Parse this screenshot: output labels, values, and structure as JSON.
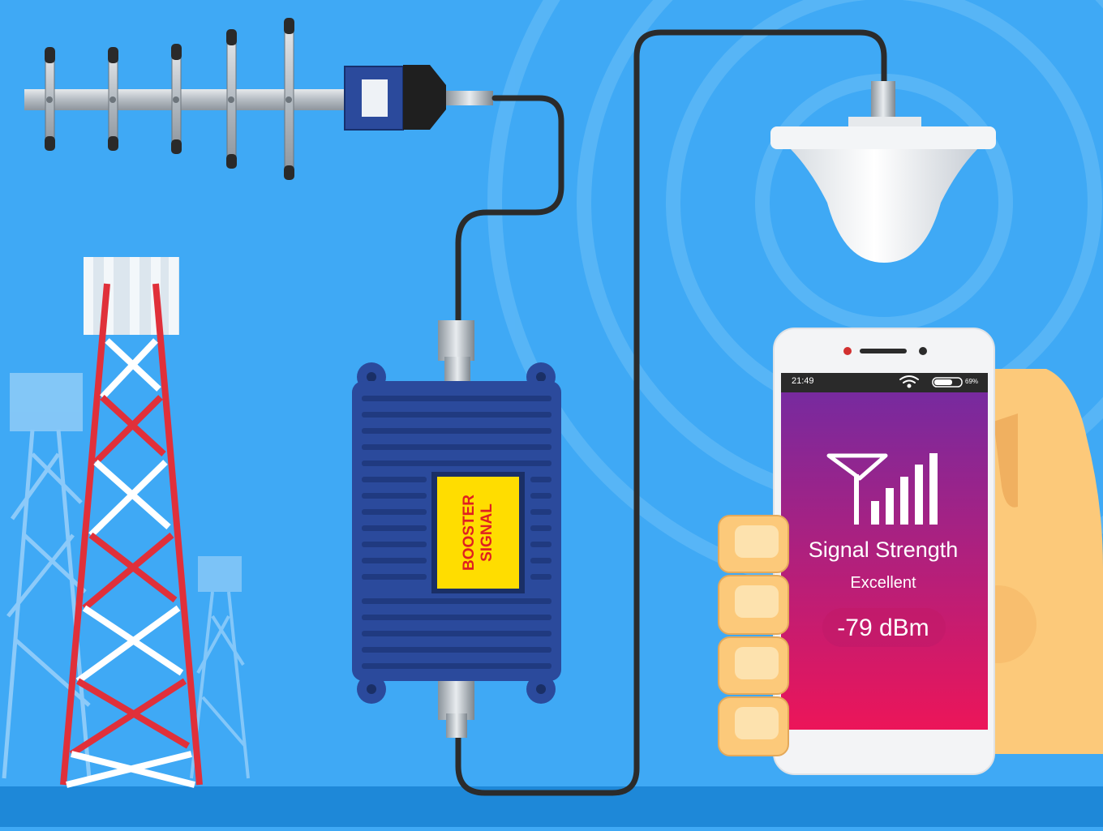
{
  "phone": {
    "status": {
      "time": "21:49",
      "battery": "69%"
    },
    "title": "Signal Strength",
    "quality": "Excellent",
    "reading": "-79 dBm"
  },
  "booster": {
    "line1": "BOOSTER",
    "line2": "SIGNAL"
  },
  "icons": [
    "yagi-antenna-icon",
    "cell-tower-icon",
    "ceiling-dome-antenna-icon",
    "signal-bars-icon",
    "wifi-icon",
    "battery-icon",
    "hand-icon",
    "smartphone-icon"
  ],
  "colors": {
    "sky": "#3fa9f5",
    "ground": "#1e88d8",
    "booster_body": "#2b4a9c",
    "label_bg": "#ffdd00",
    "label_text": "#e02020",
    "screen_top": "#7a2a9e",
    "screen_bottom": "#e8185a",
    "hand": "#fcc97a",
    "tower_red": "#e0303a"
  }
}
